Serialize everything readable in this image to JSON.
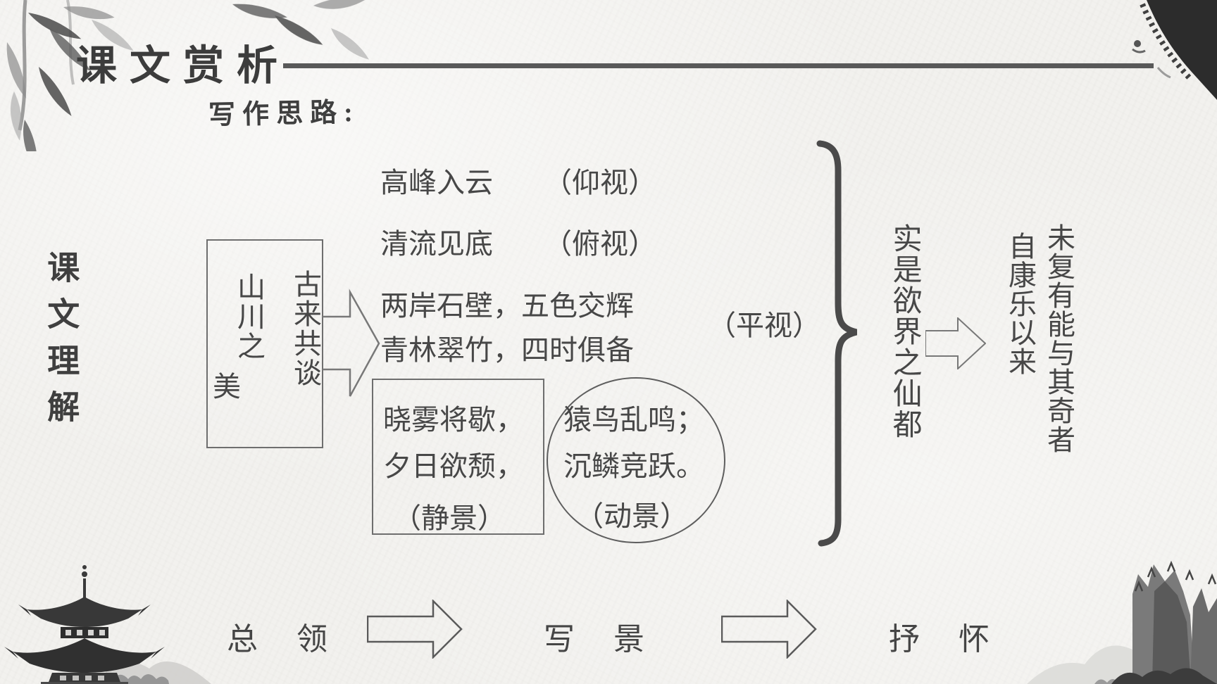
{
  "slide": {
    "title": "课文赏析",
    "subtitle": "写作思路:",
    "side_label": "课文理解",
    "lead_box": {
      "column_right": "古来共谈",
      "column_left": "山川之",
      "column_wrap": "美"
    },
    "observation_lines": [
      {
        "text": "高峰入云",
        "note": "（仰视）"
      },
      {
        "text": "清流见底",
        "note": "（俯视）"
      },
      {
        "text": "两岸石壁，五色交辉"
      },
      {
        "text": "青林翠竹，四时俱备"
      }
    ],
    "level_note": "（平视）",
    "static_box": {
      "line1": "晓雾将歇，",
      "line2": "夕日欲颓，",
      "label": "（静景）"
    },
    "dynamic_circle": {
      "line1": "猿鸟乱鸣；",
      "line2": "沉鳞竞跃。",
      "label": "（动景）"
    },
    "conclusion_vertical": "实是欲界之仙都",
    "coda_vertical_left": "自康乐以来",
    "coda_vertical_right": "未复有能与其奇者",
    "flow": {
      "step1": "总 领",
      "step2": "写 景",
      "step3": "抒 怀"
    }
  },
  "icons": {
    "lead_arrow": "block-arrow-right-icon",
    "small_arrow": "block-arrow-right-icon",
    "flow_arrow": "block-arrow-right-icon",
    "brace": "right-curly-brace-icon",
    "decorations": [
      "bamboo-ink-decoration",
      "roof-eave-ink-decoration",
      "pagoda-ink-decoration",
      "mountain-ink-decoration"
    ]
  },
  "colors": {
    "background": "#f2f1ee",
    "text": "#474747",
    "title": "#3c3c3c",
    "rule": "#595959",
    "box_outline": "#6e6e6e",
    "brace": "#4a4a4a"
  }
}
